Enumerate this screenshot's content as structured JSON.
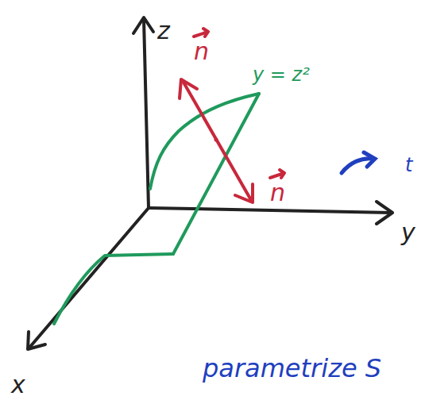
{
  "diagram": {
    "labels": [
      "z",
      "n",
      "y = z²",
      "n",
      "y",
      "t",
      "x",
      "parametrize S"
    ]
  }
}
